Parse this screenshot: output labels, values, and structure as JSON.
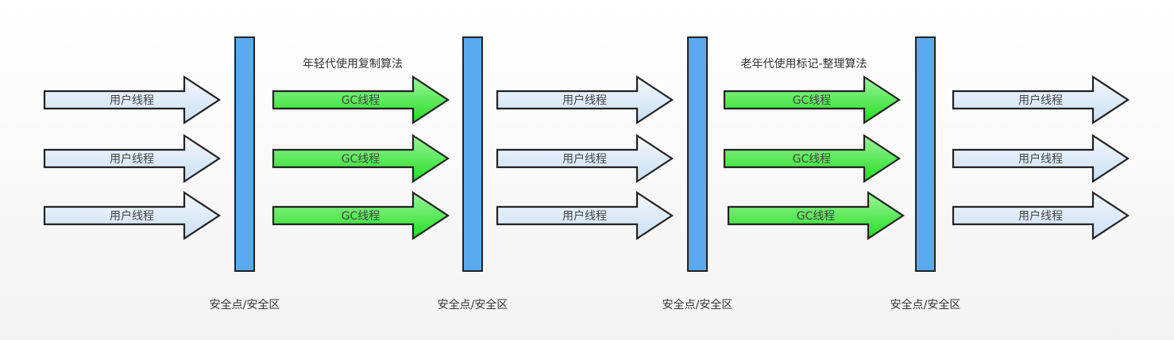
{
  "columns": [
    {
      "type": "user",
      "arrows": [
        "用户线程",
        "用户线程",
        "用户线程"
      ]
    },
    {
      "type": "gc",
      "caption": "年轻代使用复制算法",
      "arrows": [
        "GC线程",
        "GC线程",
        "GC线程"
      ]
    },
    {
      "type": "user",
      "arrows": [
        "用户线程",
        "用户线程",
        "用户线程"
      ]
    },
    {
      "type": "gc",
      "caption": "老年代使用标记-整理算法",
      "arrows": [
        "GC线程",
        "GC线程",
        "GC线程"
      ]
    },
    {
      "type": "user",
      "arrows": [
        "用户线程",
        "用户线程",
        "用户线程"
      ]
    }
  ],
  "barriers": [
    "安全点/安全区",
    "安全点/安全区",
    "安全点/安全区",
    "安全点/安全区"
  ],
  "colors": {
    "user_fill_top": "#f4f8fd",
    "user_fill_bottom": "#c9dff4",
    "gc_fill_top": "#9cf59a",
    "gc_fill_bottom": "#22dd22",
    "bar": "#5aaaf0",
    "stroke": "#222222",
    "text": "#444444"
  }
}
